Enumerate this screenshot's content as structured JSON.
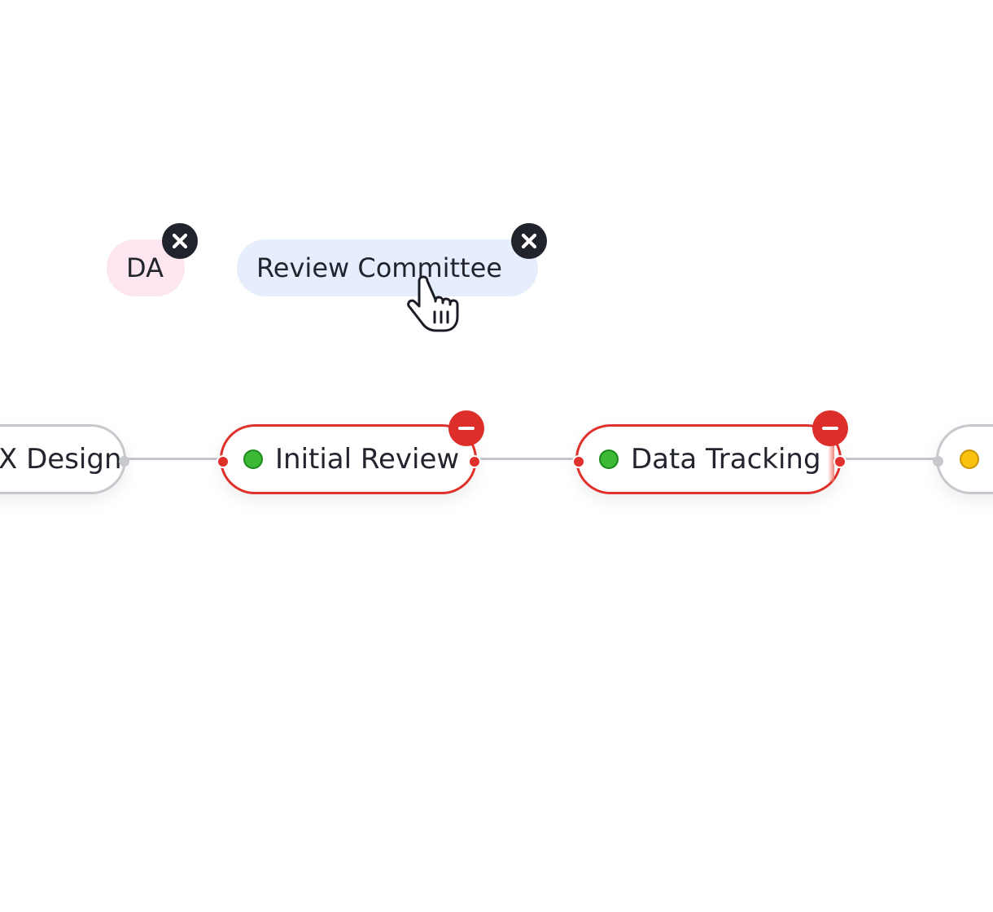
{
  "chips": [
    {
      "label": "DA",
      "color": "#fde6ef",
      "close_icon": "close-icon"
    },
    {
      "label": "Review Committee",
      "color": "#e6eefd",
      "close_icon": "close-icon"
    }
  ],
  "pipeline": {
    "nodes": [
      {
        "label": "X Design",
        "status": "none",
        "selected": false
      },
      {
        "label": "Initial Review",
        "status": "green",
        "selected": true
      },
      {
        "label": "Data Tracking",
        "status": "green",
        "selected": true
      },
      {
        "label": "",
        "status": "yellow",
        "selected": false
      }
    ],
    "remove_icon": "minus-circle-icon"
  },
  "colors": {
    "selected_border": "#e0302c",
    "neutral_border": "#c6c8cd",
    "status_green": "#3db936",
    "status_yellow": "#f9c20f",
    "chip_close_bg": "#22242d"
  },
  "cursor": "hand-pointer-icon"
}
